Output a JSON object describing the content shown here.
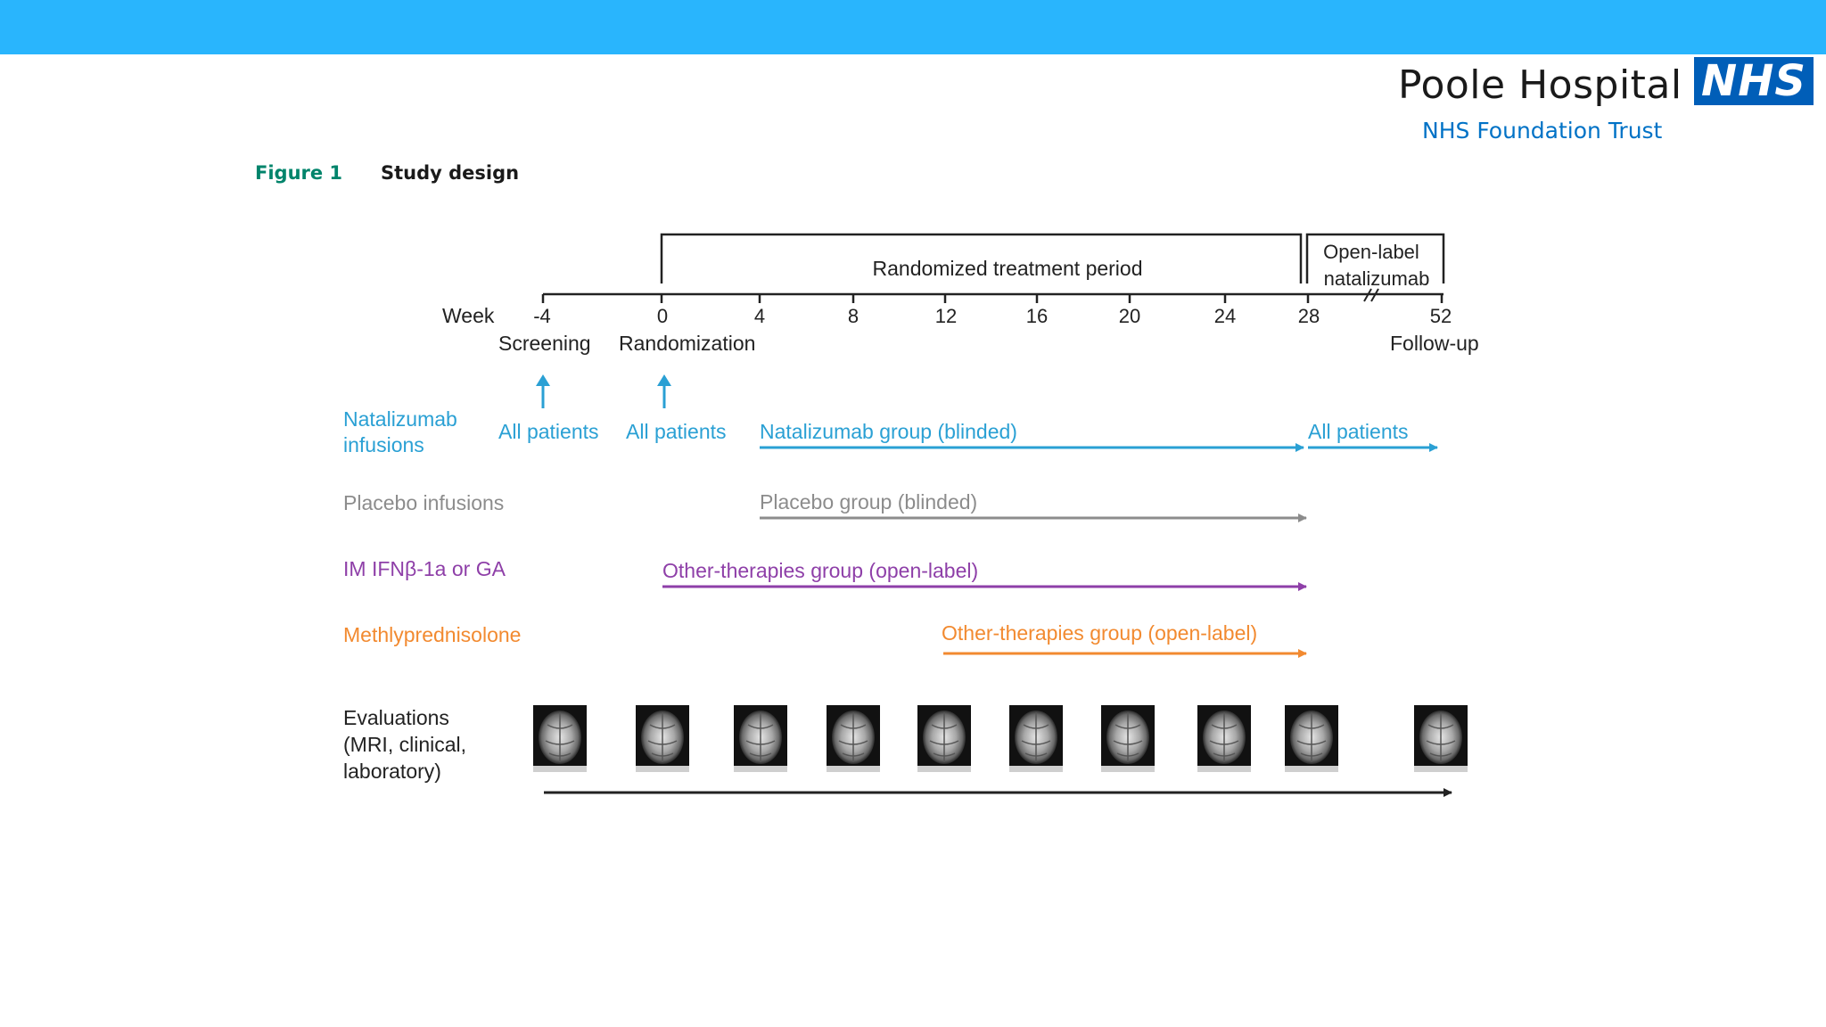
{
  "header": {
    "hospital_name": "Poole Hospital",
    "trust_name": "NHS Foundation Trust",
    "logo_text": "NHS",
    "bar_color": "#29b5fd",
    "logo_color": "#005eb8",
    "trust_color": "#0072c6"
  },
  "figure": {
    "label": "Figure 1",
    "title": "Study design",
    "label_color": "#00846b"
  },
  "timeline": {
    "axis_label": "Week",
    "ticks": [
      "-4",
      "0",
      "4",
      "8",
      "12",
      "16",
      "20",
      "24",
      "28",
      "52"
    ],
    "bracket_treatment": "Randomized treatment period",
    "bracket_open_label_line1": "Open-label",
    "bracket_open_label_line2": "natalizumab",
    "screening": "Screening",
    "randomization": "Randomization",
    "follow_up": "Follow-up"
  },
  "rows": {
    "natalizumab": {
      "label_line1": "Natalizumab",
      "label_line2": "infusions",
      "all_patients_screening": "All patients",
      "all_patients_randomization": "All patients",
      "group": "Natalizumab group (blinded)",
      "all_patients_open_label": "All patients",
      "color": "#2aa0d4"
    },
    "placebo": {
      "label": "Placebo infusions",
      "group": "Placebo group (blinded)",
      "color": "#8c8c8c"
    },
    "im_ifn": {
      "label": "IM IFNβ-1a or GA",
      "group": "Other-therapies group (open-label)",
      "color": "#8e3fa8"
    },
    "methylprednisolone": {
      "label": "Methlyprednisolone",
      "group": "Other-therapies group (open-label)",
      "color": "#f28a30"
    },
    "evaluations": {
      "label_line1": "Evaluations",
      "label_line2": "(MRI, clinical,",
      "label_line3": "laboratory)",
      "scan_count": 10,
      "color": "#222222"
    }
  }
}
